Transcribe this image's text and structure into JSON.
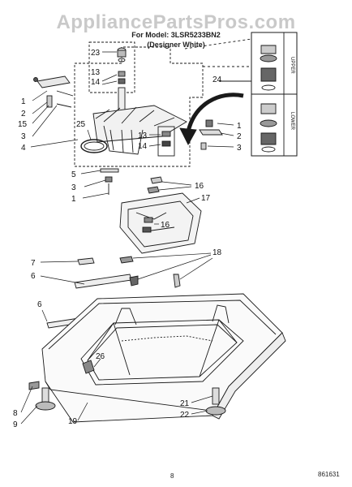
{
  "header": {
    "watermark": "AppliancePartsPros.com",
    "part_line": "For Model: 3LSR5233BN2",
    "designer_line": "(Designer White)"
  },
  "diagram": {
    "callouts": {
      "1": "1",
      "2": "2",
      "3": "3",
      "4": "4",
      "5": "5",
      "6": "6",
      "7": "7",
      "8": "8",
      "9": "9",
      "13": "13",
      "14": "14",
      "15": "15",
      "16": "16",
      "17": "17",
      "18": "18",
      "19": "19",
      "21": "21",
      "22": "22",
      "23": "23",
      "24": "24",
      "25": "25",
      "26": "26"
    },
    "legend_upper": "UPPER",
    "legend_lower": "LOWER"
  },
  "footer": {
    "page_number": "8",
    "doc_ref": "861631"
  }
}
